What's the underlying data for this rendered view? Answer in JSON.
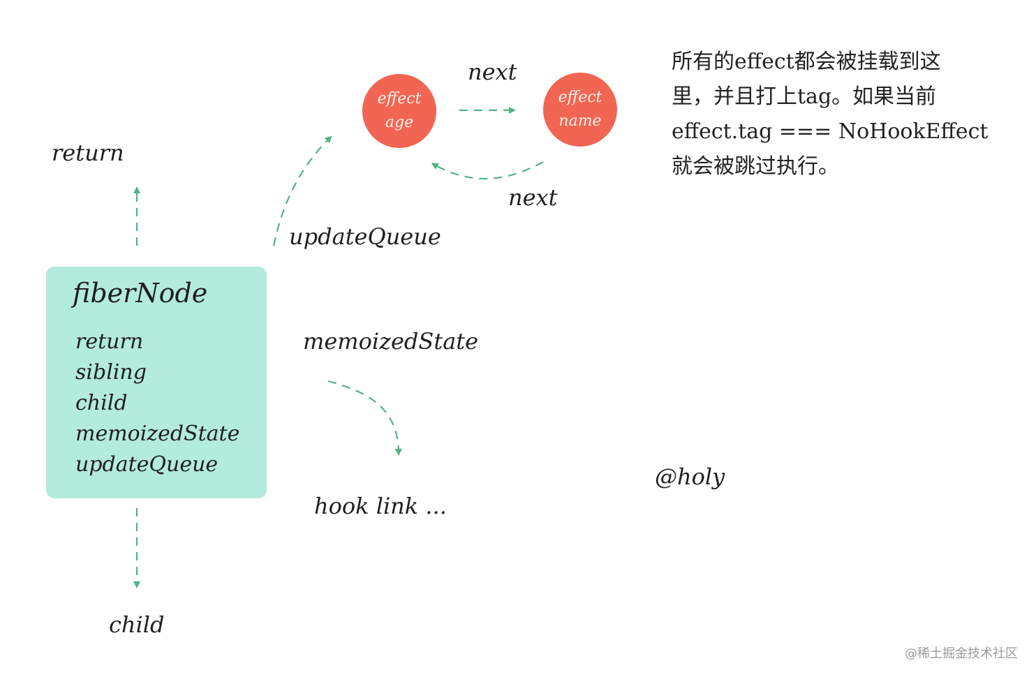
{
  "colors": {
    "box_fill": "#b3ebdd",
    "node_fill": "#f26552",
    "arrow": "#4fb286",
    "text": "#1f1f1f"
  },
  "fiber_node": {
    "title": "fiberNode",
    "fields": [
      "return",
      "sibling",
      "child",
      "memoizedState",
      "updateQueue"
    ]
  },
  "labels": {
    "return": "return",
    "child": "child",
    "update_queue": "updateQueue",
    "memoized_state": "memoizedState",
    "hook_link": "hook link ...",
    "next_top": "next",
    "next_bottom": "next",
    "author": "@holy"
  },
  "effect_nodes": [
    {
      "line1": "effect",
      "line2": "age"
    },
    {
      "line1": "effect",
      "line2": "name"
    }
  ],
  "note": "所有的effect都会被挂载到这\n里，并且打上tag。如果当前\neffect.tag === NoHookEffect\n就会被跳过执行。",
  "watermark": "@稀土掘金技术社区"
}
